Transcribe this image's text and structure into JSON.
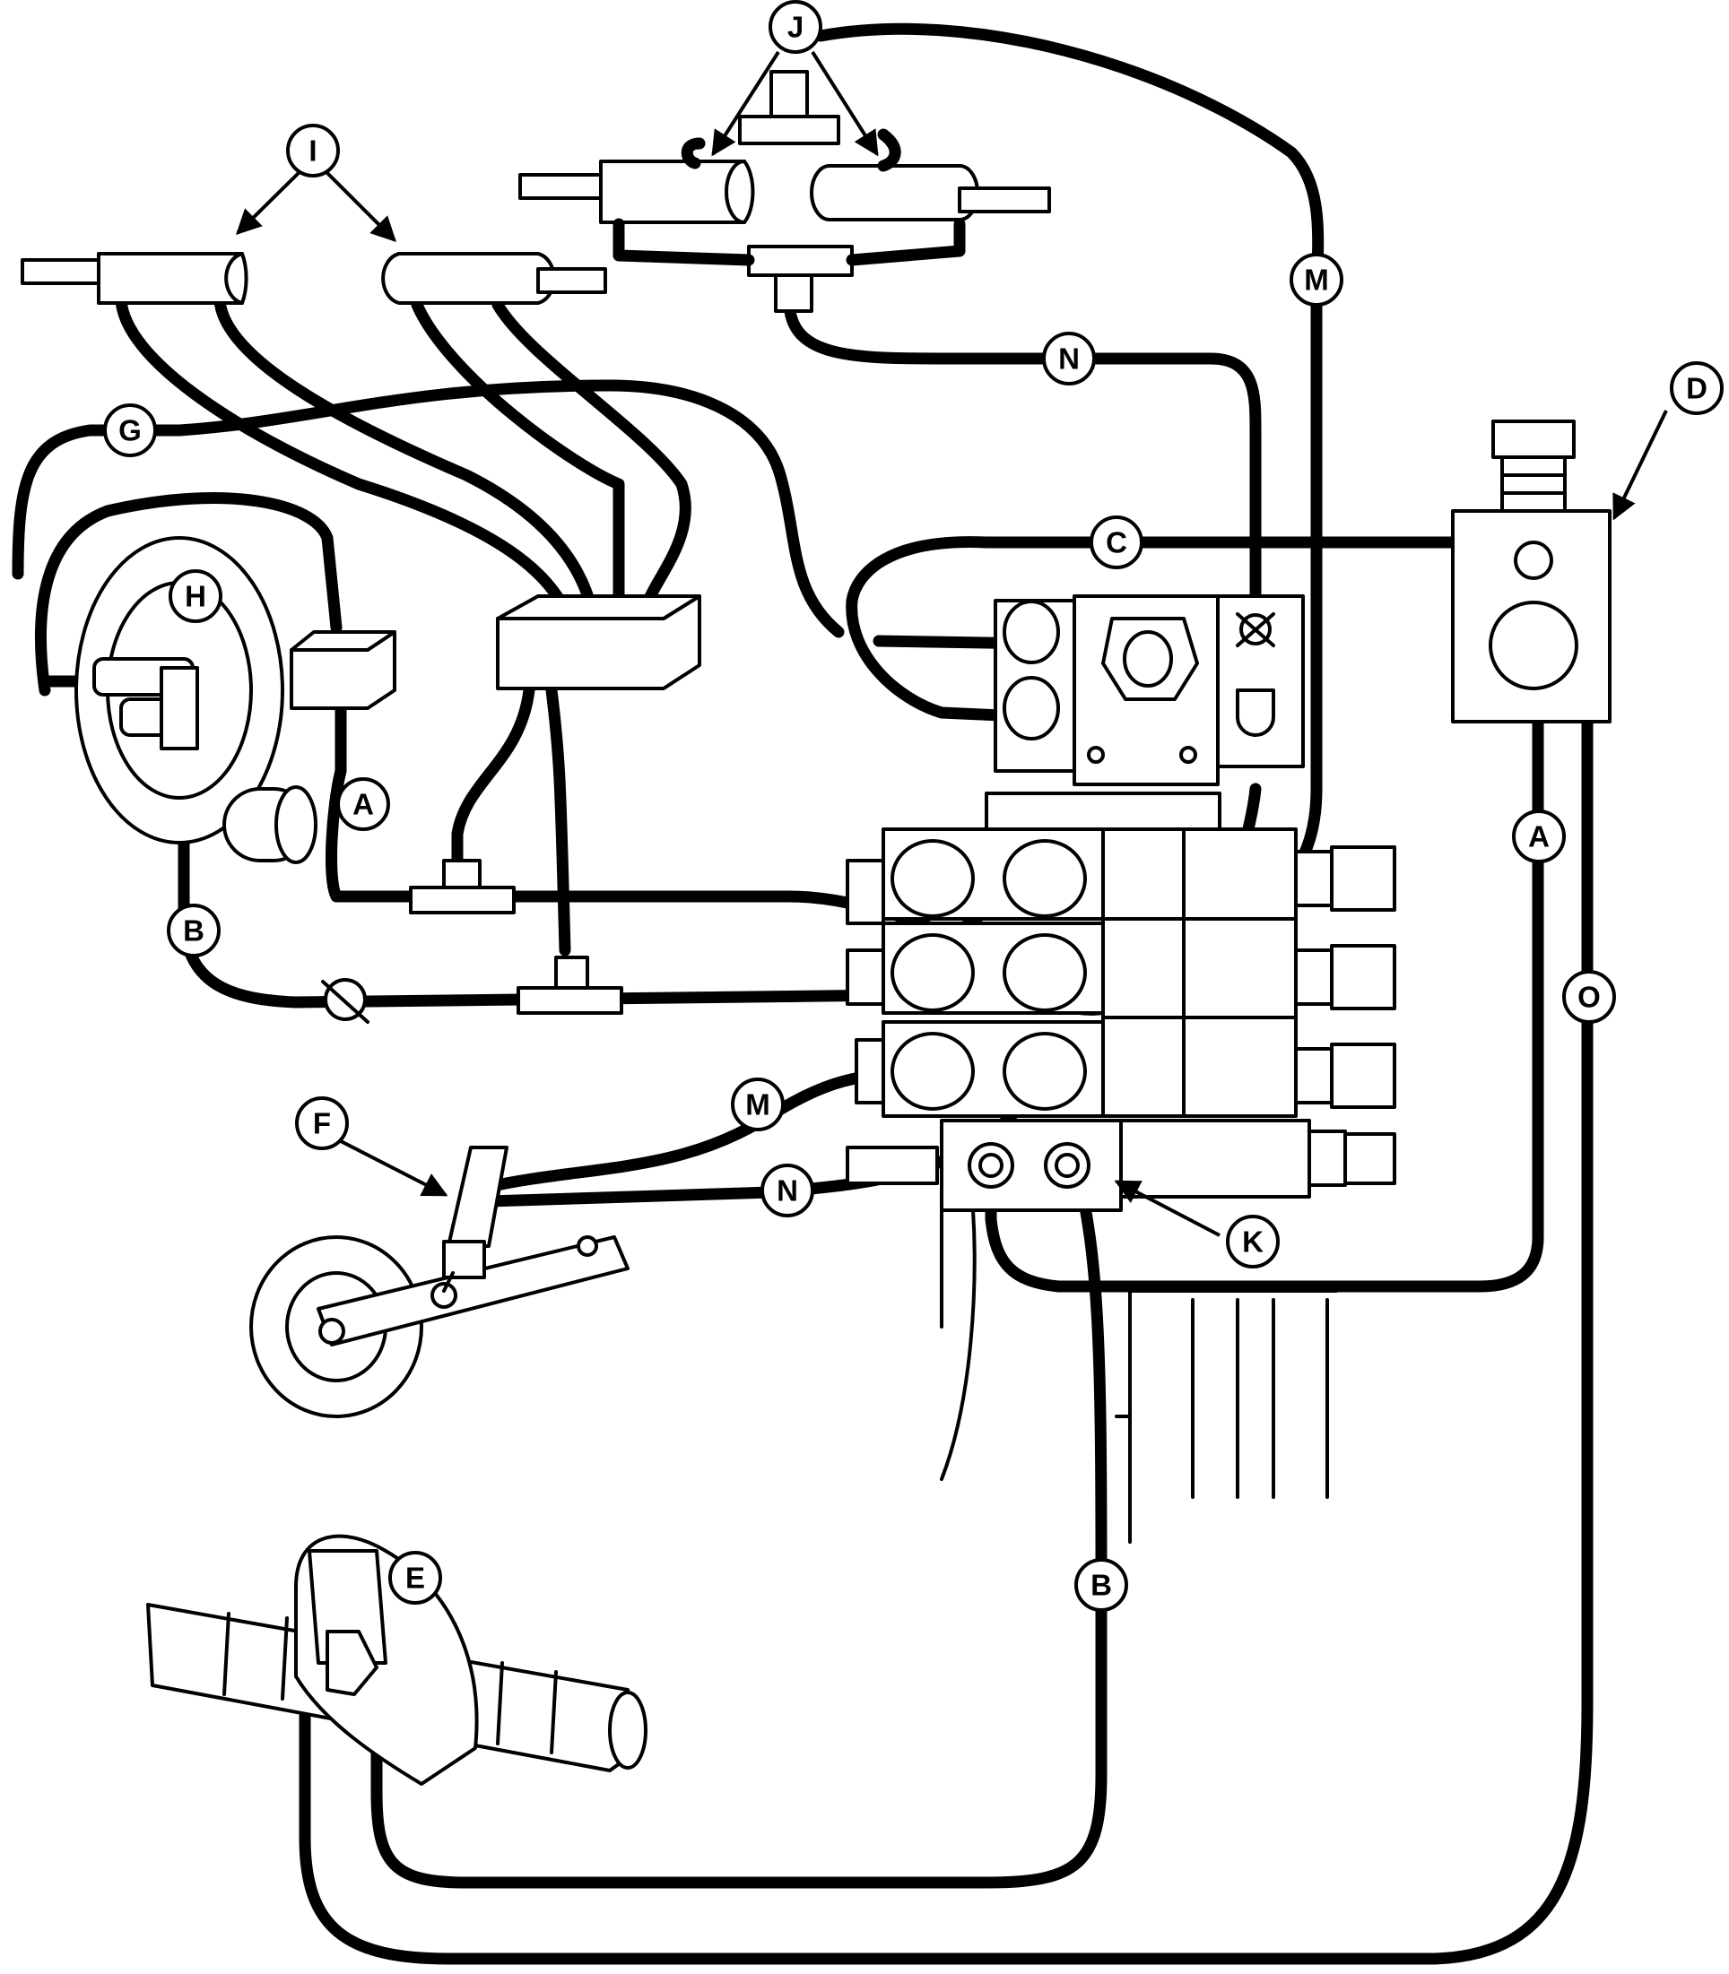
{
  "callouts": {
    "a_left": "A",
    "a_right": "A",
    "b_left": "B",
    "b_lower": "B",
    "c": "C",
    "d": "D",
    "e": "E",
    "f": "F",
    "g": "G",
    "h": "H",
    "i": "I",
    "j": "J",
    "k": "K",
    "m_upper": "M",
    "m_lower": "M",
    "n_upper": "N",
    "n_lower": "N",
    "o": "O"
  },
  "colors": {
    "line": "#000000",
    "background": "#ffffff"
  }
}
